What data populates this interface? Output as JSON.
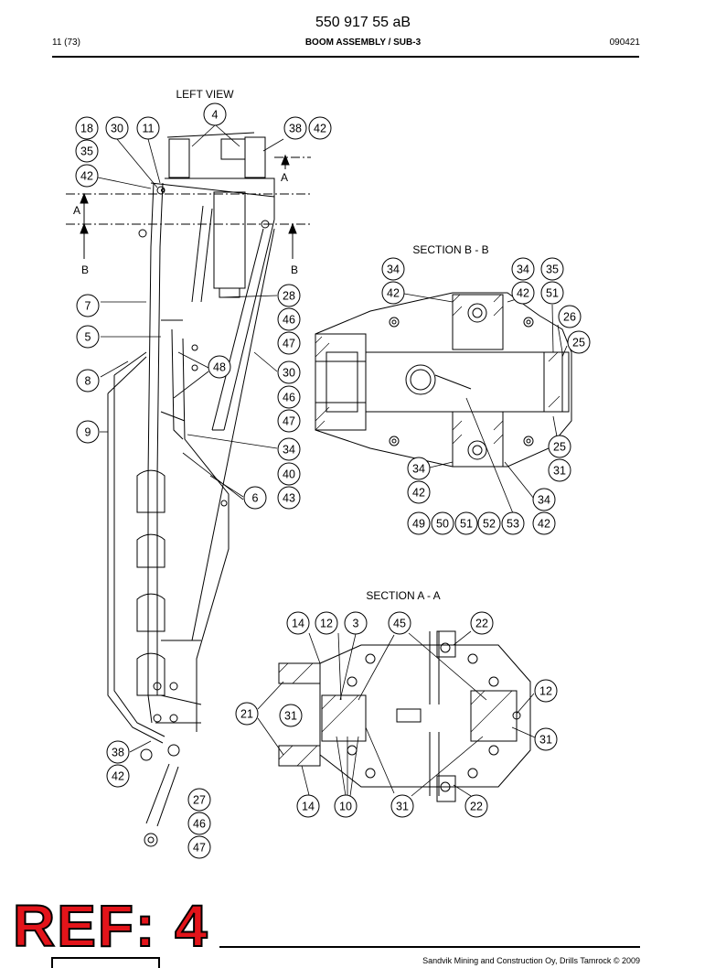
{
  "header": {
    "document_number": "550 917 55 aB",
    "page": "11 (73)",
    "title": "BOOM ASSEMBLY / SUB-3",
    "date": "090421"
  },
  "views": {
    "left_view": "LEFT VIEW",
    "section_bb": "SECTION  B - B",
    "section_aa": "SECTION  A - A"
  },
  "section_markers": {
    "a_top": "A",
    "a_left": "A",
    "b_left": "B",
    "b_right": "B"
  },
  "callouts": {
    "left_view": [
      "4",
      "18",
      "30",
      "11",
      "35",
      "42",
      "38",
      "42",
      "7",
      "28",
      "46",
      "47",
      "5",
      "48",
      "30",
      "8",
      "46",
      "47",
      "9",
      "34",
      "40",
      "6",
      "43",
      "38",
      "42",
      "27",
      "46",
      "47"
    ],
    "section_bb": [
      "34",
      "34",
      "35",
      "42",
      "42",
      "51",
      "26",
      "25",
      "25",
      "31",
      "34",
      "42",
      "34",
      "49",
      "50",
      "51",
      "52",
      "53",
      "42"
    ],
    "section_aa": [
      "14",
      "12",
      "3",
      "45",
      "22",
      "12",
      "21",
      "31",
      "31",
      "14",
      "10",
      "31",
      "22"
    ]
  },
  "footer": {
    "reference": "REF: 4",
    "copyright": "Sandvik Mining and Construction Oy, Drills Tamrock © 2009"
  }
}
